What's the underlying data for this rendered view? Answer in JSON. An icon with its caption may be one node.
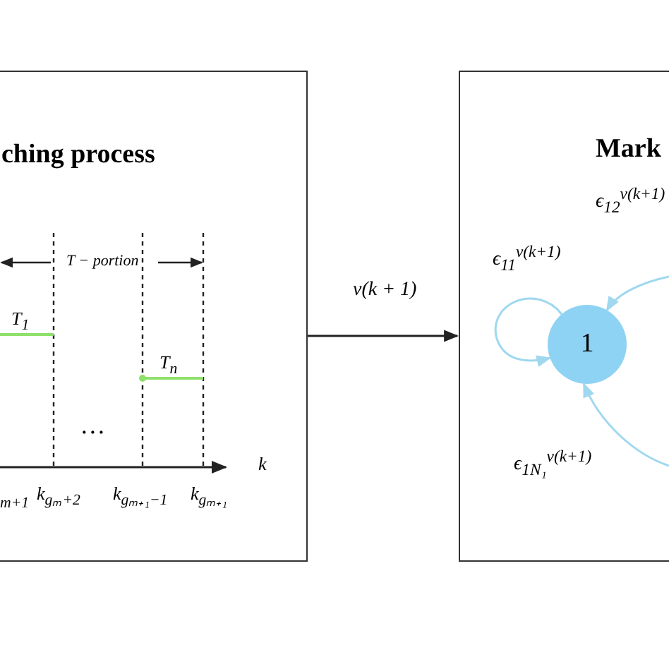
{
  "diagram": {
    "nodes": [
      {
        "text": [
          "ching process"
        ]
      },
      {
        "text": [
          "Mark"
        ]
      },
      {
        "text": [
          "1"
        ],
        "in": 1
      }
    ],
    "edges": [
      {
        "from": 0,
        "to": 1,
        "arrow": "to",
        "label": "ν(k + 1)",
        "color": "#222222"
      },
      {
        "from": 2,
        "to": 2,
        "arrow": "to",
        "label": "ϵ$_{11}$$^{ν(k+1)}$",
        "color": "#9fd8ef"
      },
      {
        "from": null,
        "to": 2,
        "arrow": "to",
        "label": "ϵ$_{12}$$^{ν(k+1)}$",
        "color": "#9fd8ef"
      },
      {
        "from": null,
        "to": 2,
        "arrow": "to",
        "label": "ϵ$_{1N₁}$$^{ν(k+1)}$",
        "color": "#9fd8ef"
      }
    ],
    "labels": [
      "T − portion",
      "T$_{1}$",
      "T$_{n}$",
      "…",
      "k",
      "$_{m+1}$",
      "k$_{gₘ+2}$",
      "k$_{gₘ₊₁−1}$",
      "k$_{gₘ₊₁}$"
    ]
  }
}
